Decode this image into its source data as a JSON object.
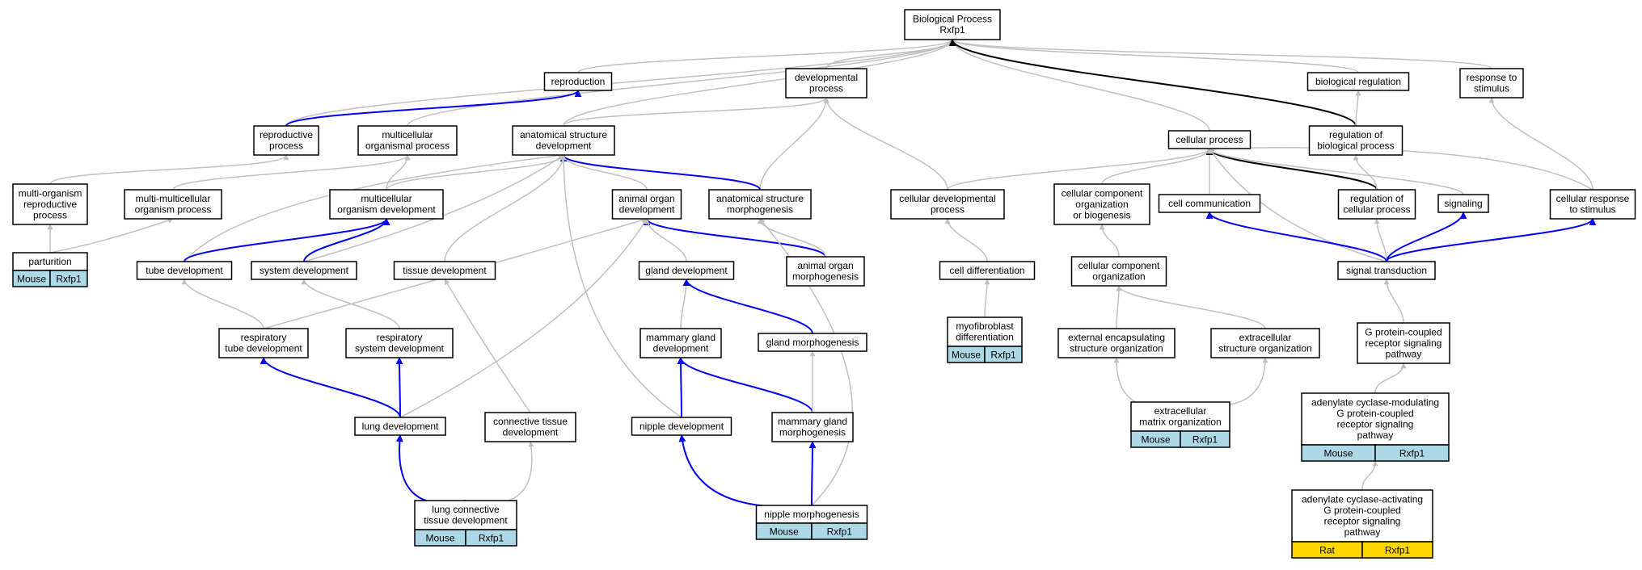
{
  "colors": {
    "edge_is_a": "#c0c0c0",
    "edge_part_of": "#0000ff",
    "edge_regulates": "#000000",
    "mouse_cell": "#add8e6",
    "rat_cell": "#ffd700"
  },
  "nodes": {
    "root": [
      "Biological Process",
      "Rxfp1"
    ],
    "reproduction": [
      "reproduction"
    ],
    "developmental_process": [
      "developmental",
      "process"
    ],
    "biological_regulation": [
      "biological regulation"
    ],
    "response_to_stimulus": [
      "response to",
      "stimulus"
    ],
    "reproductive_process": [
      "reproductive",
      "process"
    ],
    "multicellular_organismal_process": [
      "multicellular",
      "organismal process"
    ],
    "anatomical_structure_development": [
      "anatomical structure",
      "development"
    ],
    "cellular_process": [
      "cellular process"
    ],
    "regulation_of_biological_process": [
      "regulation of",
      "biological process"
    ],
    "multi_organism_reproductive_process": [
      "multi-organism",
      "reproductive",
      "process"
    ],
    "multi_multicellular_organism_process": [
      "multi-multicellular",
      "organism process"
    ],
    "multicellular_organism_development": [
      "multicellular",
      "organism development"
    ],
    "animal_organ_development": [
      "animal organ",
      "development"
    ],
    "anatomical_structure_morphogenesis": [
      "anatomical structure",
      "morphogenesis"
    ],
    "cellular_developmental_process": [
      "cellular developmental",
      "process"
    ],
    "cellular_component_organization_or_biogenesis": [
      "cellular component",
      "organization",
      "or biogenesis"
    ],
    "cell_communication": [
      "cell communication"
    ],
    "regulation_of_cellular_process": [
      "regulation of",
      "cellular process"
    ],
    "signaling": [
      "signaling"
    ],
    "cellular_response_to_stimulus": [
      "cellular response",
      "to stimulus"
    ],
    "parturition": [
      "parturition"
    ],
    "tube_development": [
      "tube development"
    ],
    "system_development": [
      "system development"
    ],
    "tissue_development": [
      "tissue development"
    ],
    "gland_development": [
      "gland development"
    ],
    "animal_organ_morphogenesis": [
      "animal organ",
      "morphogenesis"
    ],
    "cell_differentiation": [
      "cell differentiation"
    ],
    "cellular_component_organization": [
      "cellular component",
      "organization"
    ],
    "signal_transduction": [
      "signal transduction"
    ],
    "respiratory_tube_development": [
      "respiratory",
      "tube development"
    ],
    "respiratory_system_development": [
      "respiratory",
      "system development"
    ],
    "mammary_gland_development": [
      "mammary gland",
      "development"
    ],
    "gland_morphogenesis": [
      "gland morphogenesis"
    ],
    "myofibroblast_differentiation": [
      "myofibroblast",
      "differentiation"
    ],
    "external_encapsulating_structure_organization": [
      "external encapsulating",
      "structure organization"
    ],
    "extracellular_structure_organization": [
      "extracellular",
      "structure organization"
    ],
    "gpcr_signaling_pathway": [
      "G protein-coupled",
      "receptor signaling",
      "pathway"
    ],
    "lung_development": [
      "lung development"
    ],
    "connective_tissue_development": [
      "connective tissue",
      "development"
    ],
    "nipple_development": [
      "nipple development"
    ],
    "mammary_gland_morphogenesis": [
      "mammary gland",
      "morphogenesis"
    ],
    "extracellular_matrix_organization": [
      "extracellular",
      "matrix organization"
    ],
    "adenylate_cyclase_modulating_gpcr_pathway": [
      "adenylate cyclase-modulating",
      "G protein-coupled",
      "receptor signaling",
      "pathway"
    ],
    "lung_connective_tissue_development": [
      "lung connective",
      "tissue development"
    ],
    "nipple_morphogenesis": [
      "nipple morphogenesis"
    ],
    "adenylate_cyclase_activating_gpcr_pathway": [
      "adenylate cyclase-activating",
      "G protein-coupled",
      "receptor signaling",
      "pathway"
    ]
  },
  "annotations": {
    "parturition": [
      "Mouse",
      "Rxfp1"
    ],
    "myofibroblast_differentiation": [
      "Mouse",
      "Rxfp1"
    ],
    "extracellular_matrix_organization": [
      "Mouse",
      "Rxfp1"
    ],
    "adenylate_cyclase_modulating_gpcr_pathway": [
      "Mouse",
      "Rxfp1"
    ],
    "lung_connective_tissue_development": [
      "Mouse",
      "Rxfp1"
    ],
    "nipple_morphogenesis": [
      "Mouse",
      "Rxfp1"
    ],
    "adenylate_cyclase_activating_gpcr_pathway": [
      "Rat",
      "Rxfp1"
    ]
  }
}
